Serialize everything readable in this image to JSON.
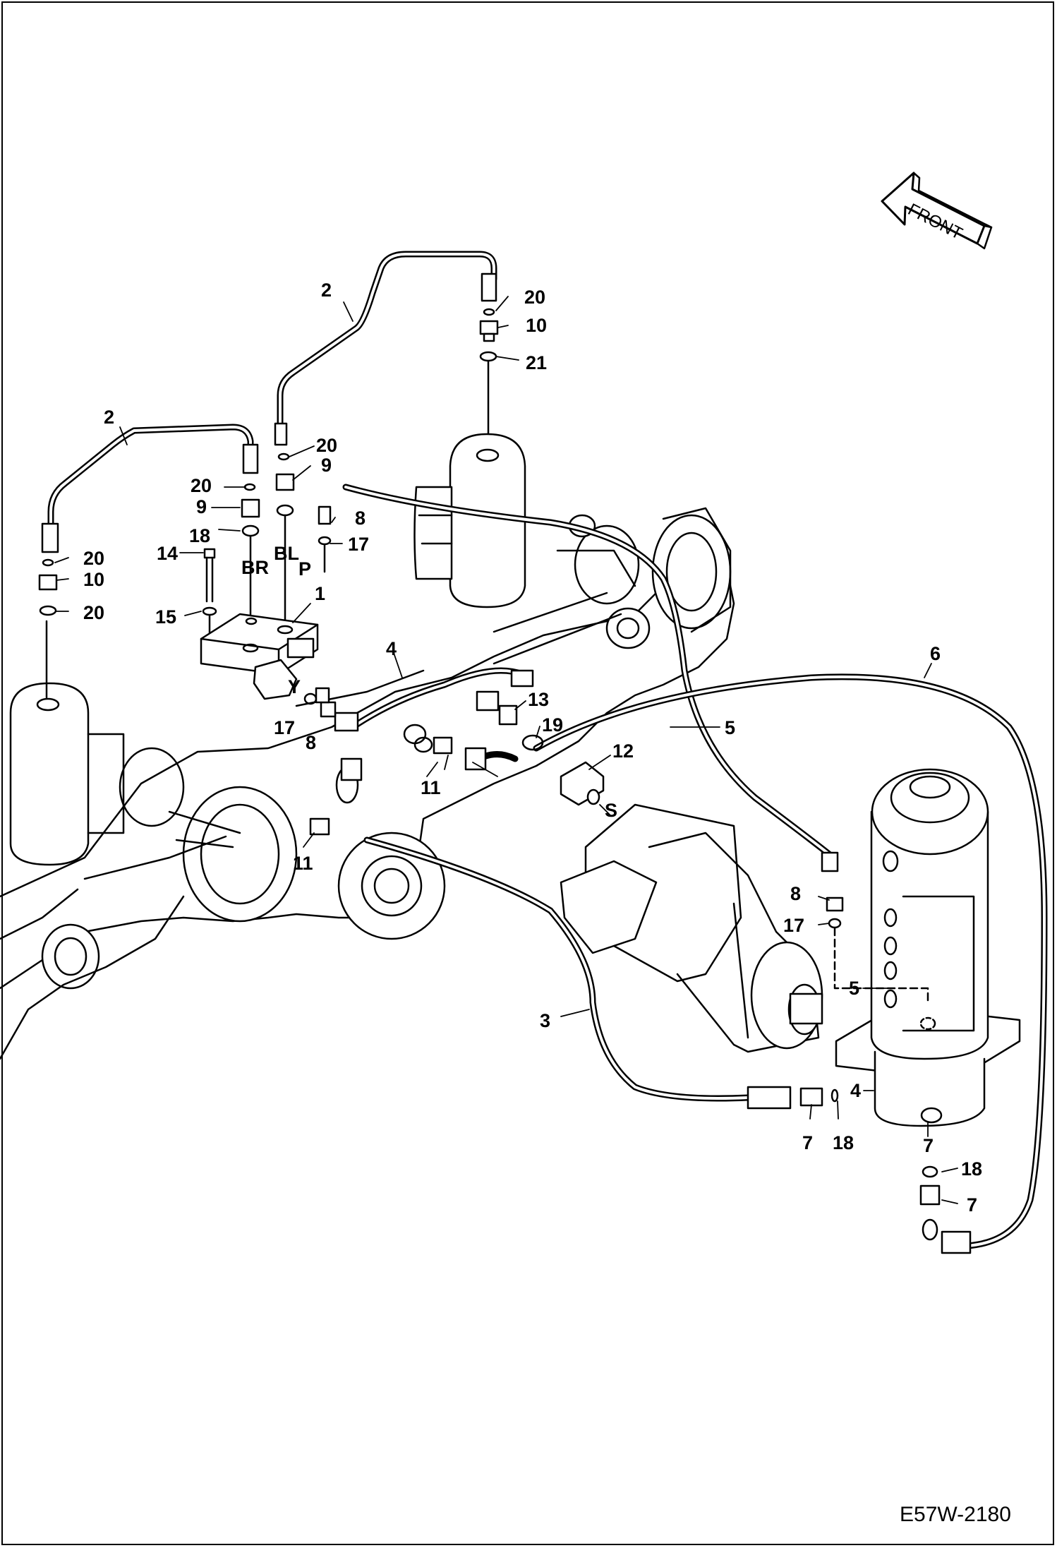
{
  "diagram": {
    "front_label": "FRONT",
    "drawing_code": "E57W-2180",
    "callouts": [
      {
        "id": "c2a",
        "text": "2"
      },
      {
        "id": "c2b",
        "text": "2"
      },
      {
        "id": "c20a",
        "text": "20"
      },
      {
        "id": "c10a",
        "text": "10"
      },
      {
        "id": "c21",
        "text": "21"
      },
      {
        "id": "c20b",
        "text": "20"
      },
      {
        "id": "c9a",
        "text": "9"
      },
      {
        "id": "c20c",
        "text": "20"
      },
      {
        "id": "c9b",
        "text": "9"
      },
      {
        "id": "c18a",
        "text": "18"
      },
      {
        "id": "c8a",
        "text": "8"
      },
      {
        "id": "c17a",
        "text": "17"
      },
      {
        "id": "c20d",
        "text": "20"
      },
      {
        "id": "c10b",
        "text": "10"
      },
      {
        "id": "c20e",
        "text": "20"
      },
      {
        "id": "c14",
        "text": "14"
      },
      {
        "id": "c15",
        "text": "15"
      },
      {
        "id": "c1",
        "text": "1"
      },
      {
        "id": "c4a",
        "text": "4"
      },
      {
        "id": "c6",
        "text": "6"
      },
      {
        "id": "c13",
        "text": "13"
      },
      {
        "id": "c19",
        "text": "19"
      },
      {
        "id": "c5a",
        "text": "5"
      },
      {
        "id": "c12",
        "text": "12"
      },
      {
        "id": "c17b",
        "text": "17"
      },
      {
        "id": "c8b",
        "text": "8"
      },
      {
        "id": "c11a",
        "text": "11"
      },
      {
        "id": "c11b",
        "text": "11"
      },
      {
        "id": "c8c",
        "text": "8"
      },
      {
        "id": "c17c",
        "text": "17"
      },
      {
        "id": "c5b",
        "text": "5"
      },
      {
        "id": "c3",
        "text": "3"
      },
      {
        "id": "c4b",
        "text": "4"
      },
      {
        "id": "c7a",
        "text": "7"
      },
      {
        "id": "c18b",
        "text": "18"
      },
      {
        "id": "c7b",
        "text": "7"
      },
      {
        "id": "c18c",
        "text": "18"
      },
      {
        "id": "c7c",
        "text": "7"
      }
    ],
    "port_labels": [
      {
        "id": "pBR",
        "text": "BR"
      },
      {
        "id": "pBL",
        "text": "BL"
      },
      {
        "id": "pP",
        "text": "P"
      },
      {
        "id": "pY",
        "text": "Y"
      },
      {
        "id": "pS",
        "text": "S"
      }
    ]
  }
}
